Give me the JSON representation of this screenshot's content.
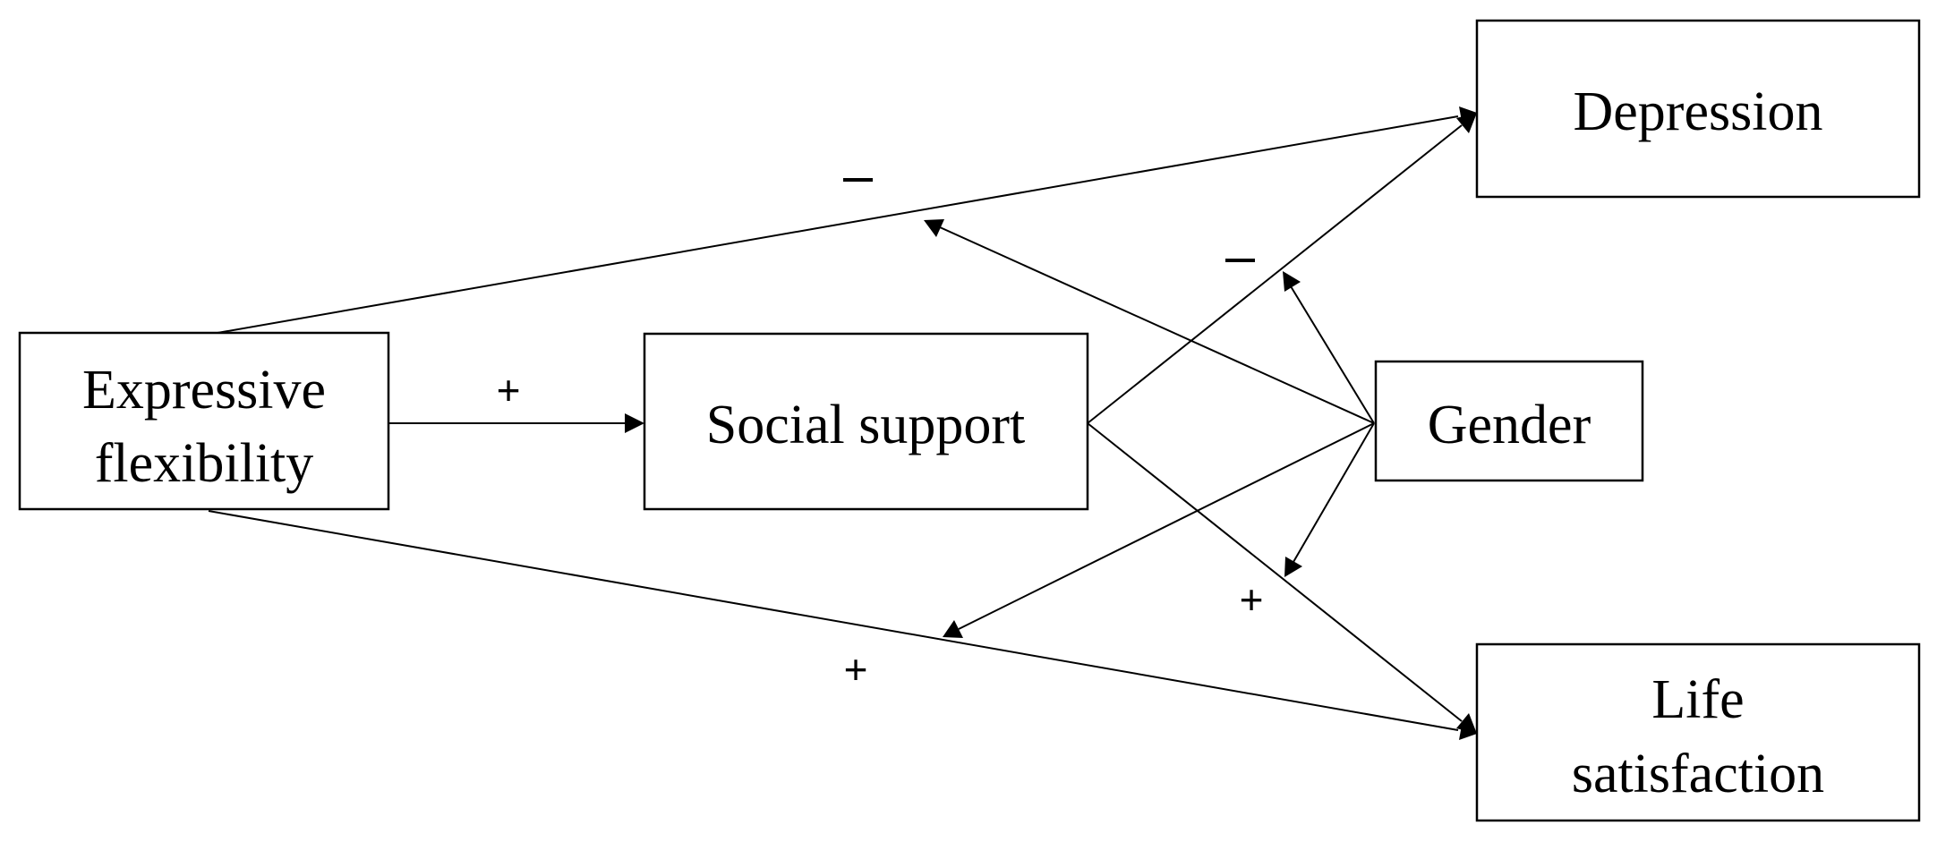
{
  "diagram": {
    "nodes": {
      "expressive_flexibility": {
        "line1": "Expressive",
        "line2": "flexibility"
      },
      "social_support": {
        "label": "Social support"
      },
      "depression": {
        "label": "Depression"
      },
      "gender": {
        "label": "Gender"
      },
      "life_satisfaction": {
        "line1": "Life",
        "line2": "satisfaction"
      }
    },
    "edges": [
      {
        "from": "Expressive flexibility",
        "to": "Social support",
        "sign": "+"
      },
      {
        "from": "Expressive flexibility",
        "to": "Depression",
        "sign": "−"
      },
      {
        "from": "Expressive flexibility",
        "to": "Life satisfaction",
        "sign": "+"
      },
      {
        "from": "Social support",
        "to": "Depression",
        "sign": "−"
      },
      {
        "from": "Social support",
        "to": "Life satisfaction",
        "sign": "+"
      }
    ],
    "moderations": [
      {
        "moderator": "Gender",
        "target": "Expressive flexibility → Depression"
      },
      {
        "moderator": "Gender",
        "target": "Social support → Depression"
      },
      {
        "moderator": "Gender",
        "target": "Expressive flexibility → Life satisfaction"
      },
      {
        "moderator": "Gender",
        "target": "Social support → Life satisfaction"
      }
    ],
    "signs": {
      "ef_ss": "+",
      "ef_dep": "−",
      "ss_dep": "−",
      "ss_ls": "+",
      "ef_ls": "+"
    },
    "colors": {
      "line": "#000000",
      "box_fill": "#ffffff",
      "background": "#ffffff"
    }
  }
}
